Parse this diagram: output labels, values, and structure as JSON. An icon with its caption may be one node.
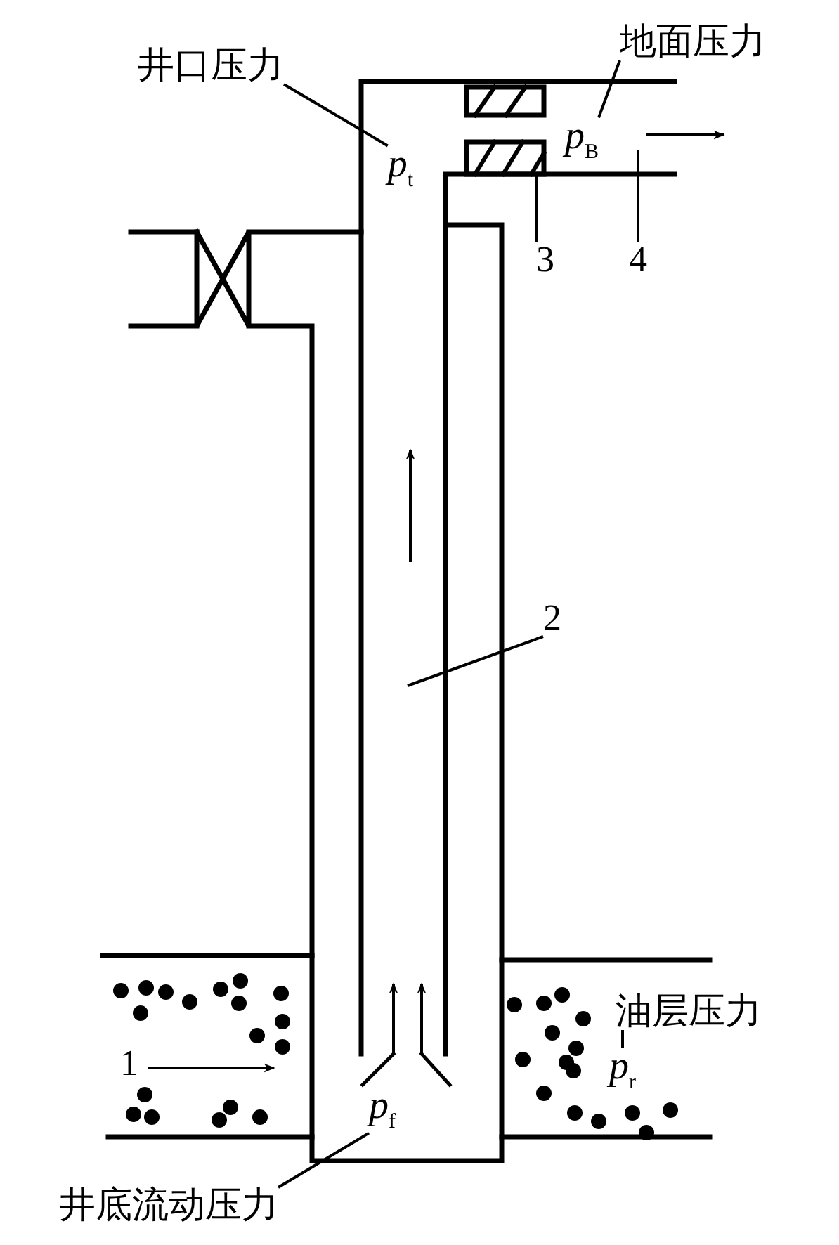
{
  "diagram": {
    "nodes": [
      {
        "text": [
          "井口压力"
        ]
      },
      {
        "text": [
          "*p*$_{t}$"
        ]
      },
      {
        "text": [
          "地面压力"
        ]
      },
      {
        "text": [
          "*p*$_{B}$"
        ]
      },
      {
        "text": [
          "油层压力"
        ]
      },
      {
        "text": [
          "*p*$_{r}$"
        ]
      },
      {
        "text": [
          "井底流动压力"
        ]
      },
      {
        "text": [
          "*p*$_{f}$"
        ]
      },
      {
        "text": [
          "3"
        ]
      },
      {
        "text": [],
        "shape": "box"
      },
      {
        "text": [
          "4"
        ]
      },
      {
        "text": [
          "2"
        ]
      }
    ],
    "edges": [
      {
        "from": 0,
        "to": 1,
        "arrow": "none"
      },
      {
        "from": 2,
        "to": 3,
        "arrow": "none"
      },
      {
        "from": 4,
        "to": 5,
        "arrow": "none"
      },
      {
        "from": 6,
        "to": 7,
        "arrow": "none"
      },
      {
        "from": 8,
        "to": 9,
        "arrow": "none"
      },
      {
        "from": 10,
        "to": null,
        "arrow": "none"
      },
      {
        "from": 11,
        "to": null,
        "arrow": "none"
      }
    ],
    "labels": [
      "1"
    ]
  }
}
